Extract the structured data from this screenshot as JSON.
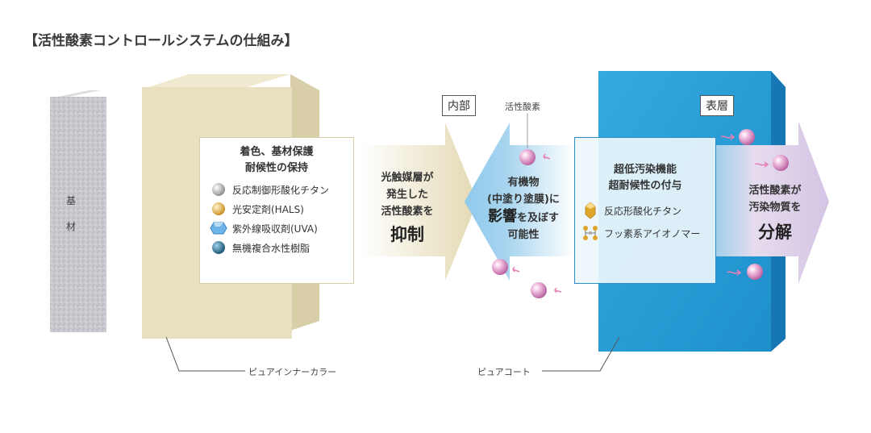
{
  "title": "【活性酸素コントロールシステムの仕組み】",
  "substrate": {
    "char1": "基",
    "char2": "材"
  },
  "inner_box": {
    "heading1": "着色、基材保護",
    "heading2": "耐候性の保持",
    "items": [
      {
        "label": "反応制御形酸化チタン",
        "icon": "grey-sphere-icon"
      },
      {
        "label": "光安定剤(HALS)",
        "icon": "gold-sphere-icon"
      },
      {
        "label": "紫外線吸収剤(UVA)",
        "icon": "blue-hexagon-icon"
      },
      {
        "label": "無機複合水性樹脂",
        "icon": "navy-sphere-icon"
      }
    ]
  },
  "arrow1": {
    "line1": "光触媒層が",
    "line2": "発生した",
    "line3": "活性酸素を",
    "big": "抑制"
  },
  "inner_tag": "内部",
  "oxygen_label": "活性酸素",
  "arrow2": {
    "line1": "有機物",
    "line2": "(中塗り塗膜)に",
    "big": "影響",
    "line3_suffix": "を及ぼす",
    "line4": "可能性"
  },
  "surface_tag": "表層",
  "surface_box": {
    "heading1": "超低汚染機能",
    "heading2": "超耐候性の付与",
    "items": [
      {
        "label": "反応形酸化チタン",
        "icon": "gold-crystal-icon"
      },
      {
        "label": "フッ素系アイオノマー",
        "icon": "molecule-icon"
      }
    ]
  },
  "arrow3": {
    "line1": "活性酸素が",
    "line2": "汚染物質を",
    "big": "分解"
  },
  "caption_inner": "ピュアインナーカラー",
  "caption_coat": "ピュアコート",
  "colors": {
    "beige": "#e8e0c0",
    "blue": "#2aa0d8",
    "lavender": "#ddd0ea",
    "pink_sphere": "#d98ac0"
  }
}
